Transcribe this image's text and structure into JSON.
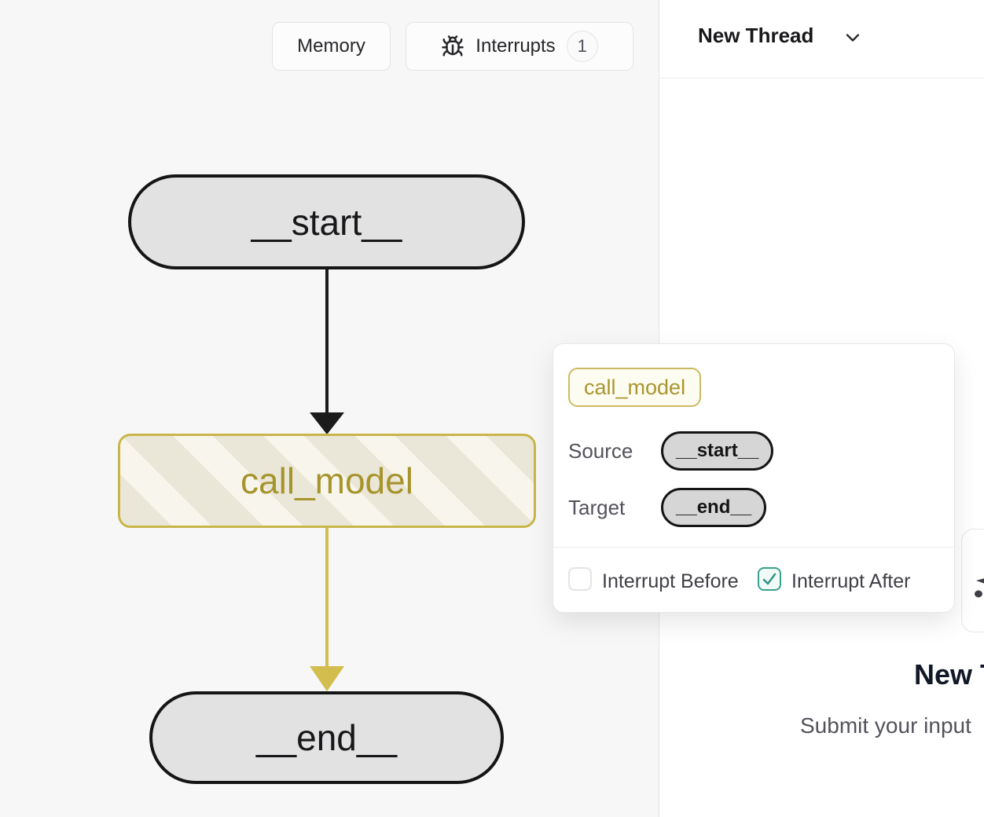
{
  "toolbar": {
    "memory_label": "Memory",
    "interrupts_label": "Interrupts",
    "interrupts_count": "1"
  },
  "graph": {
    "nodes": [
      {
        "id": "start",
        "label": "__start__"
      },
      {
        "id": "call_model",
        "label": "call_model"
      },
      {
        "id": "end",
        "label": "__end__"
      }
    ],
    "edges": [
      {
        "from": "__start__",
        "to": "call_model",
        "color": "#1b1b1b"
      },
      {
        "from": "call_model",
        "to": "__end__",
        "color": "#d3bd4e"
      }
    ]
  },
  "thread_header": {
    "title": "New Thread"
  },
  "thread_intro": {
    "title": "New Thread",
    "subtitle": "Submit your input"
  },
  "popover": {
    "node_badge": "call_model",
    "source_label": "Source",
    "source_value": "__start__",
    "target_label": "Target",
    "target_value": "__end__",
    "interrupt_before_label": "Interrupt Before",
    "interrupt_after_label": "Interrupt After",
    "interrupt_before_checked": false,
    "interrupt_after_checked": true
  },
  "icons": {
    "interrupts": "bug-icon",
    "thread_menu": "chevron-down-icon",
    "checked": "checkmark-icon",
    "input_card": "fork-icon"
  },
  "colors": {
    "accent_gold_border": "#c9b64b",
    "accent_gold_text": "#a6942c",
    "edge_gold": "#d3bd4e",
    "teal_checkbox": "#3aa08f",
    "node_fill": "#e2e2e3",
    "canvas_bg": "#f7f7f8"
  }
}
